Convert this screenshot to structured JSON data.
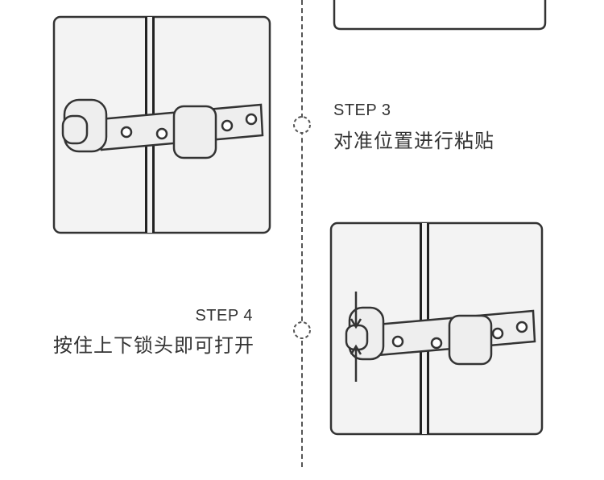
{
  "steps": [
    {
      "title": "STEP 3",
      "description": "对准位置进行粘贴"
    },
    {
      "title": "STEP 4",
      "description": "按住上下锁头即可打开"
    }
  ],
  "colors": {
    "outline": "#333333",
    "panel_fill": "#f3f3f3",
    "lock_fill": "#eeeeee",
    "divider": "#555555"
  }
}
